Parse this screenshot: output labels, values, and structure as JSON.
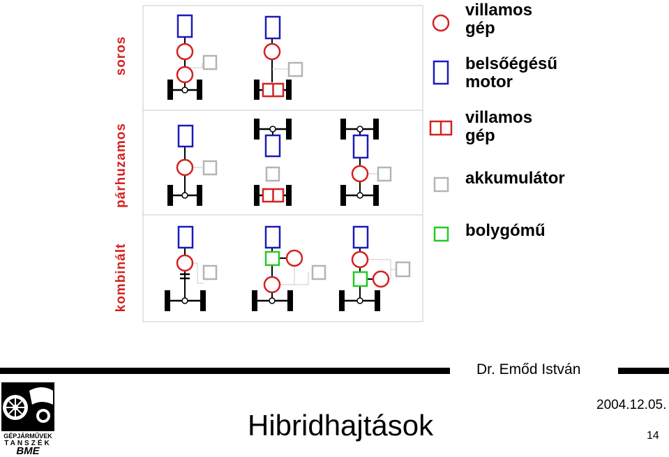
{
  "rows": [
    {
      "label": "soros"
    },
    {
      "label": "párhuzamos"
    },
    {
      "label": "kombinált"
    }
  ],
  "legend": [
    {
      "icon": "circle",
      "line1": "villamos",
      "line2": "gép"
    },
    {
      "icon": "rect",
      "line1": "belsőégésű",
      "line2": "motor"
    },
    {
      "icon": "double-rect",
      "line1": "villamos",
      "line2": "gép"
    },
    {
      "icon": "gray-square",
      "line1": "akkumulátor",
      "line2": ""
    },
    {
      "icon": "green-square",
      "line1": "bolygómű",
      "line2": ""
    }
  ],
  "footer": {
    "author": "Dr. Emőd István",
    "date": "2004.12.05.",
    "page": "14",
    "title": "Hibridhajtások",
    "logo_line1": "GÉPJÁRMŰVEK",
    "logo_line2": "TANSZÉK",
    "logo_line3": "BME"
  },
  "colors": {
    "red": "#d42020",
    "blue": "#1a1aba",
    "gray": "#b4b4b4",
    "green": "#22cc22",
    "black": "#000000"
  }
}
